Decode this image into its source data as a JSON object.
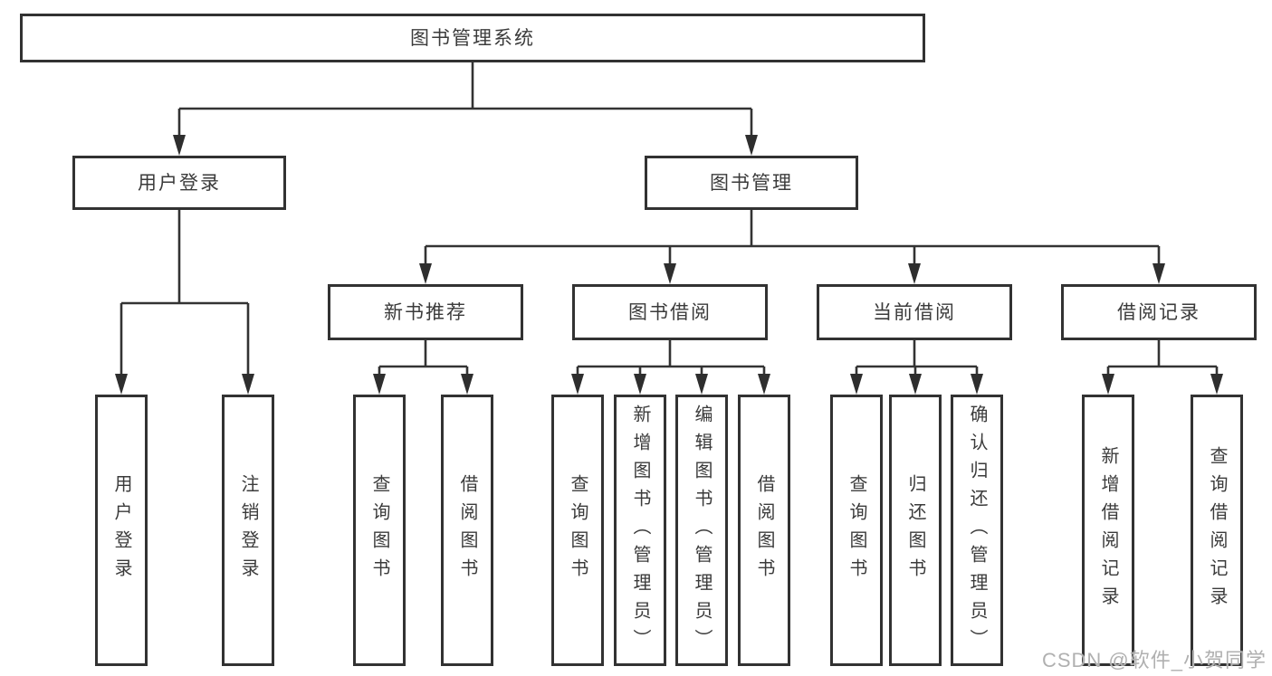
{
  "diagram": {
    "root": "图书管理系统",
    "branches": [
      {
        "label": "用户登录",
        "children": [
          "用户登录",
          "注销登录"
        ]
      },
      {
        "label": "图书管理",
        "sections": [
          {
            "label": "新书推荐",
            "children": [
              "查询图书",
              "借阅图书"
            ]
          },
          {
            "label": "图书借阅",
            "children": [
              "查询图书",
              "新增图书（管理员）",
              "编辑图书（管理员）",
              "借阅图书"
            ]
          },
          {
            "label": "当前借阅",
            "children": [
              "查询图书",
              "归还图书",
              "确认归还（管理员）"
            ]
          },
          {
            "label": "借阅记录",
            "children": [
              "新增借阅记录",
              "查询借阅记录"
            ]
          }
        ]
      }
    ]
  },
  "colors": {
    "line": "#333333",
    "border": "#323232",
    "text": "#3b3b3b",
    "watermark": "#b0b0b0"
  },
  "watermark": "CSDN @软件_小贺同学"
}
